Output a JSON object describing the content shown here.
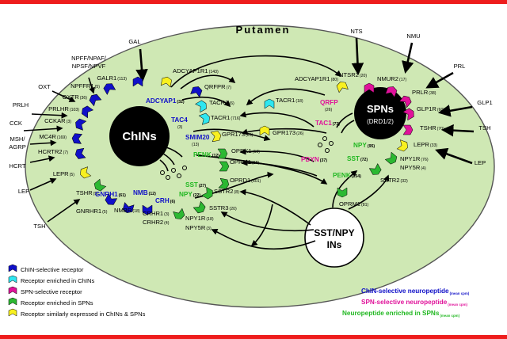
{
  "region": "Putamen",
  "cells": {
    "chins": "ChINs",
    "spns": "SPNs",
    "spns_sub": "(DRD1/2)",
    "sst_npy": [
      "SST/NPY",
      "INs"
    ]
  },
  "colors": {
    "blue": "#1010c8",
    "cyan": "#2ee6f0",
    "magenta": "#e0129a",
    "green": "#2cb832",
    "yellow": "#f8f020",
    "ellipse_fill": "#cfe8b4",
    "bar": "#ee1c1c"
  },
  "external_inputs": {
    "gal": "GAL",
    "npff": [
      "NPFF/NPAF/",
      "NPSF/NPVF"
    ],
    "oxt": "OXT",
    "prlh": "PRLH",
    "cck": "CCK",
    "msh": [
      "MSH/",
      "AGRP"
    ],
    "hcrt": "HCRT",
    "lep_left": "LEP",
    "tsh_left": "TSH",
    "nts": "NTS",
    "nmu": "NMU",
    "prl": "PRL",
    "glp1": "GLP1",
    "tsh_right": "TSH",
    "lep_right": "LEP"
  },
  "receptors": {
    "galr1": "GALR1",
    "galr1_v": "(113)",
    "npffr1": "NPFFR1",
    "npffr1_v": "(5)",
    "oxtr": "OXTR",
    "oxtr_v": "(36)",
    "prlhr": "PRLHR",
    "prlhr_v": "(103)",
    "cckar": "CCKAR",
    "cckar_v": "(3)",
    "mc4r": "MC4R",
    "mc4r_v": "(169)",
    "hcrtr2": "HCRTR2",
    "hcrtr2_v": "(7)",
    "lepr_l": "LEPR",
    "lepr_l_v": "(5)",
    "tshr_l": "TSHR",
    "tshr_l_v": "(5)",
    "gnrhr1": "GNRHR1",
    "gnrhr1_v": "(5)",
    "nmbr": "NMBR",
    "nmbr_v": "(18)",
    "crhr1": "CRHR1",
    "crhr1_v": "(3)",
    "crhr2": "CRHR2",
    "crhr2_v": "(4)",
    "adcyap1r1_top": "ADCYAP1R1",
    "adcyap1r1_top_v": "(143)",
    "qrfpr": "QRFPR",
    "qrfpr_v": "(7)",
    "tacr2": "TACR2",
    "tacr2_v": "(6)",
    "tacr1_c": "TACR1",
    "tacr1_c_v": "(716)",
    "gpr173_c": "GPR173",
    "gpr173_c_v": "(25)",
    "oprk1": "OPRK1",
    "oprk1_v": "(10)",
    "oprm1_c": "OPRM1",
    "oprm1_c_v": "(18)",
    "oprd1": "OPRD1",
    "oprd1_v": "(601)",
    "sstr2_c": "SSTR2",
    "sstr2_c_v": "(8)",
    "sstr3": "SSTR3",
    "sstr3_v": "(20)",
    "npy1r_c": "NPY1R",
    "npy1r_c_v": "(18)",
    "npy5r_c": "NPY5R",
    "npy5r_c_v": "(3)",
    "adcyap1r1_s": "ADCYAP1R1",
    "adcyap1r1_s_v": "(80)",
    "ntsr2": "NTSR2",
    "ntsr2_v": "(20)",
    "nmur2": "NMUR2",
    "nmur2_v": "(17)",
    "prlr": "PRLR",
    "prlr_v": "(38)",
    "glp1r": "GLP1R",
    "glp1r_v": "(60)",
    "tshr_r": "TSHR",
    "tshr_r_v": "(70)",
    "lepr_r": "LEPR",
    "lepr_r_v": "(33)",
    "npy1r_s": "NPY1R",
    "npy1r_s_v": "(76)",
    "npy5r_s": "NPY5R",
    "npy5r_s_v": "(4)",
    "sstr2_s": "SSTR2",
    "sstr2_s_v": "(32)",
    "oprm1_s": "OPRM1",
    "oprm1_s_v": "(81)",
    "tacr1_s": "TACR1",
    "tacr1_s_v": "(18)",
    "gpr173_s": "GPR173",
    "gpr173_s_v": "(26)"
  },
  "neuropeptides": {
    "adcyap1": "ADCYAP1",
    "adcyap1_v": "(32)",
    "tac4": "TAC4",
    "tac4_v": "(3)",
    "smim20": "SMIM20",
    "smim20_v": "(13)",
    "gnrh1": "GNRH1",
    "gnrh1_v": "(61)",
    "nmb": "NMB",
    "nmb_v": "(12)",
    "crh": "CRH",
    "crh_v": "(6)",
    "penk_c": "PENK",
    "penk_c_v": "(12)",
    "sst_c": "SST",
    "sst_c_v": "(27)",
    "npy_c": "NPY",
    "npy_c_v": "(22)",
    "qrfp": "QRFP",
    "qrfp_v": "(26)",
    "tac1": "TAC1",
    "tac1_v": "(73)",
    "pdyn": "PDYN",
    "pdyn_v": "(37)",
    "npy_s": "NPY",
    "npy_s_v": "(95)",
    "sst_s": "SST",
    "sst_s_v": "(72)",
    "penk_s": "PENK",
    "penk_s_v": "(254)"
  },
  "legend_left": [
    {
      "color": "blue",
      "text": "ChIN-selective receptor"
    },
    {
      "color": "cyan",
      "text": "Receptor enriched in ChINs"
    },
    {
      "color": "magenta",
      "text": "SPN-selective receptor"
    },
    {
      "color": "green",
      "text": "Receptor enriched in SPNs"
    },
    {
      "color": "yellow",
      "text": "Receptor similarly expressed in ChINs & SPNs"
    }
  ],
  "legend_right": [
    {
      "color": "blue",
      "text": "ChIN-selective neuropeptide",
      "sub": "(mean cpm)"
    },
    {
      "color": "magenta",
      "text": "SPN-selective neuropeptide",
      "sub": "(mean cpm)"
    },
    {
      "color": "green",
      "text": "Neuropeptide enriched in SPNs",
      "sub": "(mean cpm)"
    }
  ]
}
